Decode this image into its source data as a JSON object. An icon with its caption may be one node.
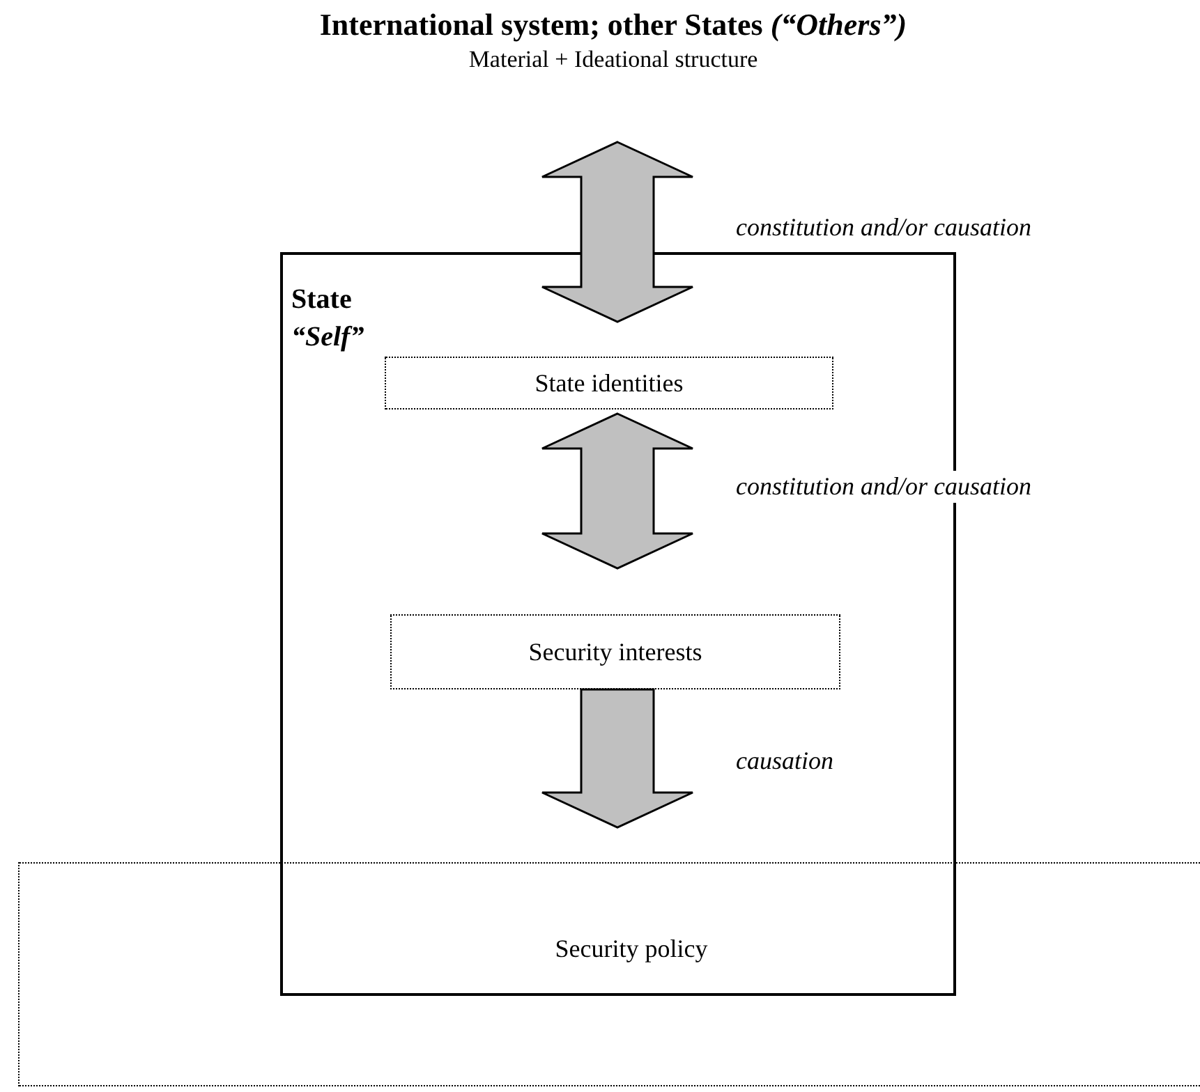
{
  "diagram": {
    "nodes": [
      {
        "text": [
          "International system; other States *(“Others”)*",
          "Material + Ideational structure"
        ]
      },
      {
        "text": [
          "State",
          "“Self”"
        ]
      },
      {
        "text": [
          "State identities"
        ],
        "in": 1
      },
      {
        "text": [
          "Security interests"
        ],
        "in": 1
      },
      {
        "text": [
          "Security policy"
        ]
      }
    ],
    "edges": [
      {
        "from": 0,
        "to": 2,
        "arrow": "both",
        "label": "constitution and/or causation"
      },
      {
        "from": 2,
        "to": 3,
        "arrow": "both",
        "label": "constitution and/or causation"
      },
      {
        "from": 3,
        "to": 4,
        "arrow": "to",
        "label": "causation"
      }
    ]
  }
}
